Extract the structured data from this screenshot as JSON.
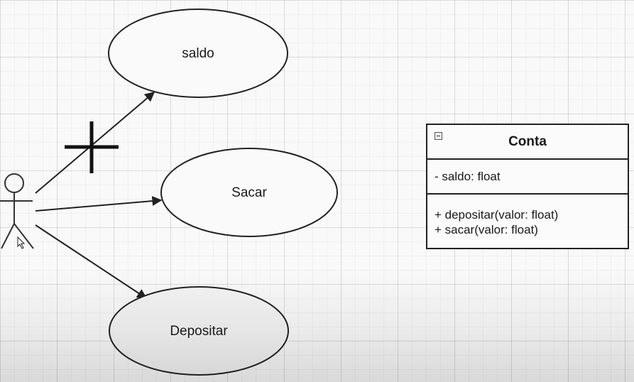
{
  "use_cases": [
    {
      "id": "saldo",
      "label": "saldo"
    },
    {
      "id": "sacar",
      "label": "Sacar"
    },
    {
      "id": "depositar",
      "label": "Depositar"
    }
  ],
  "class_box": {
    "name": "Conta",
    "attributes": [
      "- saldo: float"
    ],
    "methods": [
      "+ depositar(valor: float)",
      "+ sacar(valor: float)"
    ]
  }
}
